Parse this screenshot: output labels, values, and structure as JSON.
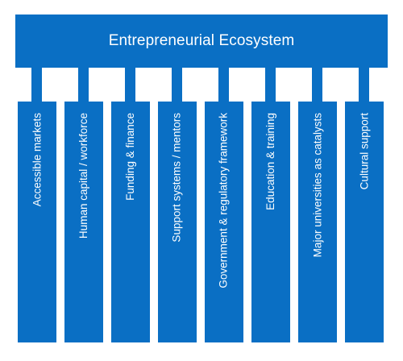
{
  "title": "Entrepreneurial Ecosystem",
  "pillars": [
    {
      "label": "Accessible markets"
    },
    {
      "label": "Human capital / workforce"
    },
    {
      "label": "Funding & finance"
    },
    {
      "label": "Support systems / mentors"
    },
    {
      "label": "Government & regulatory framework"
    },
    {
      "label": "Education & training"
    },
    {
      "label": "Major universities as catalysts"
    },
    {
      "label": "Cultural support"
    }
  ],
  "colors": {
    "block_fill": "#0a6fc4",
    "text": "#ffffff",
    "background": "#ffffff"
  }
}
